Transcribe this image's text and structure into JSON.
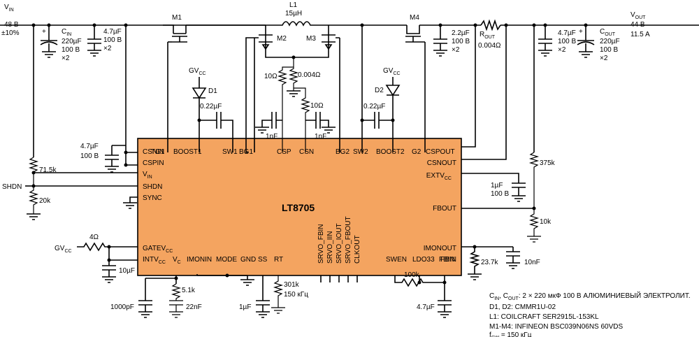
{
  "chip": {
    "name": "LT8705",
    "fill": "#f4a460",
    "pins_left": [
      "CSNIN",
      "CSPIN",
      "VIN_main",
      "SHDN",
      "SYNC",
      "GATEVCC_main",
      "INTVCC_main"
    ],
    "pins_top": [
      "TG1",
      "BOOST1",
      "SW1",
      "BG1",
      "CSP",
      "CSN",
      "BG2",
      "SW2",
      "BOOST2",
      "G2",
      "CSPOUT"
    ],
    "pins_right": [
      "CSNOUT",
      "EXTVCC_main",
      "FBOUT",
      "IMONOUT",
      "FBIN"
    ],
    "pins_bottom": [
      "VC_main",
      "IMONIN",
      "MODE",
      "GND",
      "SS",
      "RT",
      "SWEN",
      "LDO33"
    ],
    "pins_vertical": [
      "SRVO_FBIN",
      "SRVO_IIN",
      "SRVO_IOUT",
      "SRVO_FBOUT",
      "CLKOUT"
    ]
  },
  "labels": {
    "vin_v": "V",
    "vin_sub": "IN",
    "vin_val": "48 В",
    "vin_tol": "±10%",
    "vout_v": "V",
    "vout_sub": "OUT",
    "vout_val": "44 В",
    "vout_cur": "11.5 A",
    "cin": "C",
    "cin_sub": "IN",
    "cin_v1": "220µF",
    "cin_v2": "100 В",
    "cin_v3": "×2",
    "c_in2_v1": "4.7µF",
    "c_in2_v2": "100 В",
    "c_in2_v3": "×2",
    "m1": "M1",
    "m2": "M2",
    "m3": "M3",
    "m4": "M4",
    "l1": "L1",
    "l1_val": "15µH",
    "d1": "D1",
    "d2": "D2",
    "gvcc1": "GV",
    "gvcc1_sub": "CC",
    "gvcc2": "GV",
    "gvcc2_sub": "CC",
    "gvcc3": "GV",
    "gvcc3_sub": "CC",
    "c_boost1": "0.22µF",
    "c_boost2": "0.22µF",
    "r10a": "10Ω",
    "r10b": "10Ω",
    "rsense": "0.004Ω",
    "c_nf1": "1nF",
    "c_nf2": "1nF",
    "rout": "R",
    "rout_sub": "OUT",
    "rout_val": "0.004Ω",
    "c_out1_v1": "2.2µF",
    "c_out1_v2": "100 В",
    "c_out1_v3": "×2",
    "c_out2_v1": "4.7µF",
    "c_out2_v2": "100 В",
    "c_out2_v3": "×2",
    "cout": "C",
    "cout_sub": "OUT",
    "cout_v1": "220µF",
    "cout_v2": "100 В",
    "cout_v3": "×2",
    "c_csnin_v1": "4.7µF",
    "c_csnin_v2": "100 В",
    "r_vin": "71.5k",
    "r_shdn": "20k",
    "shdn_ext": "SHDN",
    "r_gate": "4Ω",
    "c_intv": "10µF",
    "c_vc": "1000pF",
    "r_vc": "5.1k",
    "c_vc2": "22nF",
    "c_ss": "1µF",
    "r_rt": "301k",
    "rt_freq": "150 кГц",
    "r_swen": "100k",
    "c_ldo": "4.7µF",
    "r_imon": "23.7k",
    "c_imon": "10nF",
    "c_extv_v1": "1µF",
    "c_extv_v2": "100 В",
    "r_fb1": "375k",
    "r_fb2": "10k"
  },
  "pins": {
    "csnin": "CSNIN",
    "cspin": "CSPIN",
    "vin": "V",
    "vin_sub": "IN",
    "shdn": "SHDN",
    "sync": "SYNC",
    "gatevcc": "GATEV",
    "gatevcc_sub": "CC",
    "intvcc": "INTV",
    "intvcc_sub": "CC",
    "tg1": "TG1",
    "boost1": "BOOST1",
    "sw1": "SW1",
    "bg1": "BG1",
    "csp": "CSP",
    "csn": "CSN",
    "bg2": "BG2",
    "sw2": "SW2",
    "boost2": "BOOST2",
    "g2": "G2",
    "cspout": "CSPOUT",
    "csnout": "CSNOUT",
    "extvcc": "EXTV",
    "extvcc_sub": "CC",
    "fbout": "FBOUT",
    "imonout": "IMONOUT",
    "fbin": "FBIN",
    "vc": "V",
    "vc_sub": "C",
    "imonin": "IMONIN",
    "mode": "MODE",
    "gnd": "GND",
    "ss": "SS",
    "rt": "RT",
    "swen": "SWEN",
    "ldo33": "LDO33",
    "srvo_fbin": "SRVO_FBIN",
    "srvo_iin": "SRVO_IIN",
    "srvo_iout": "SRVO_IOUT",
    "srvo_fbout": "SRVO_FBOUT",
    "clkout": "CLKOUT"
  },
  "notes": {
    "line1": "C",
    "line1_sub1": "IN",
    "line1_mid": ", C",
    "line1_sub2": "OUT",
    "line1_rest": ": 2 × 220 мкФ 100 В АЛЮМИНИЕВЫЙ ЭЛЕКТРОЛИТ.",
    "line2": "D1, D2: CMMR1U-02",
    "line3": "L1: COILCRAFT SER2915L-153KL",
    "line4": "M1-M4: INFINEON BSC039N06NS 60VDS",
    "line5": "f",
    "line5_sub": "SW",
    "line5_rest": " = 150 кГц"
  }
}
